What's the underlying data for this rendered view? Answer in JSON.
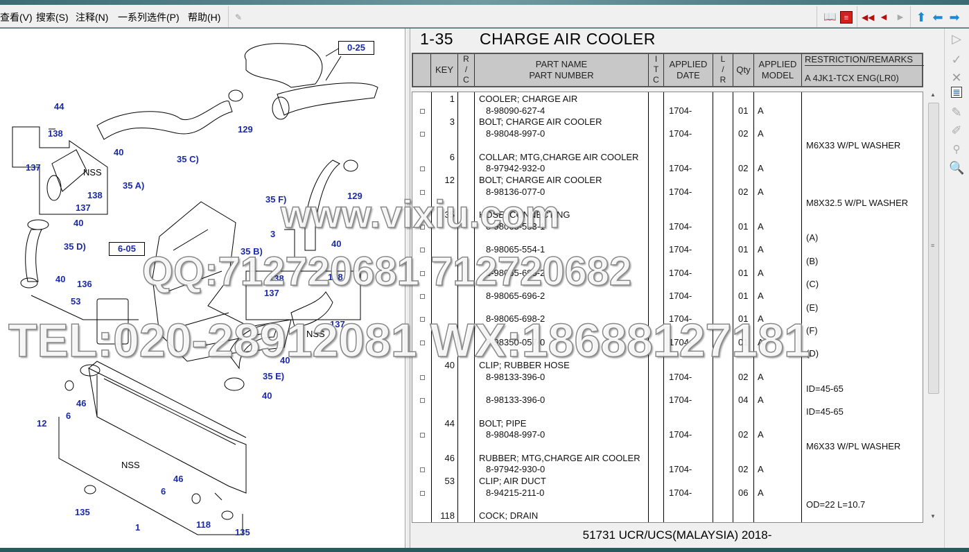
{
  "menu": [
    {
      "label": "查看(V)",
      "key": "V"
    },
    {
      "label": "搜索(S)"
    },
    {
      "label": "注释(N)"
    },
    {
      "label": "一系列选件(P)"
    },
    {
      "label": "帮助(H)"
    }
  ],
  "toolbar_icons": [
    "pin-icon",
    "book-icon",
    "document-list-icon",
    "first-page-icon",
    "previous-page-icon",
    "next-page-icon",
    "up-arrow-icon",
    "back-arrow-icon",
    "forward-arrow-icon"
  ],
  "page": {
    "code": "1-35",
    "title": "CHARGE AIR COOLER"
  },
  "header": {
    "key": "KEY",
    "rc": "R\n/\nC",
    "part_name": "PART NAME",
    "part_number": "PART NUMBER",
    "itc": "I\nT\nC",
    "applied_date": "APPLIED\nDATE",
    "lr": "L\n/\nR",
    "qty": "Qty",
    "applied_model": "APPLIED\nMODEL",
    "restriction": "RESTRICTION/REMARKS",
    "model_code": "A 4JK1-TCX ENG(LR0)"
  },
  "parts": [
    {
      "key": "1",
      "name": "COOLER; CHARGE AIR",
      "number": "8-98090-627-4",
      "date": "1704-",
      "qty": "01",
      "model": "A",
      "remark": ""
    },
    {
      "key": "3",
      "name": "BOLT; CHARGE AIR COOLER",
      "number": "8-98048-997-0",
      "date": "1704-",
      "qty": "02",
      "model": "A",
      "remark": "M6X33 W/PL WASHER"
    },
    {
      "key": "6",
      "name": "COLLAR; MTG,CHARGE AIR COOLER",
      "number": "8-97942-932-0",
      "date": "1704-",
      "qty": "02",
      "model": "A",
      "remark": ""
    },
    {
      "key": "12",
      "name": "BOLT; CHARGE AIR COOLER",
      "number": "8-98136-077-0",
      "date": "1704-",
      "qty": "02",
      "model": "A",
      "remark": "M8X32.5 W/PL WASHER"
    },
    {
      "key": "35",
      "name": "HOSE; CONNECTING",
      "number": "8-98065-553-1",
      "date": "1704-",
      "qty": "01",
      "model": "A",
      "remark": "(A)"
    },
    {
      "key": "",
      "name": "",
      "number": "8-98065-554-1",
      "date": "1704-",
      "qty": "01",
      "model": "A",
      "remark": "(B)"
    },
    {
      "key": "",
      "name": "",
      "number": "8-98065-695-2",
      "date": "1704-",
      "qty": "01",
      "model": "A",
      "remark": "(C)"
    },
    {
      "key": "",
      "name": "",
      "number": "8-98065-696-2",
      "date": "1704-",
      "qty": "01",
      "model": "A",
      "remark": "(E)"
    },
    {
      "key": "",
      "name": "",
      "number": "8-98065-698-2",
      "date": "1704-",
      "qty": "01",
      "model": "A",
      "remark": "(F)"
    },
    {
      "key": "",
      "name": "",
      "number": "8-98350-057-0",
      "date": "1704-",
      "qty": "01",
      "model": "A",
      "remark": "(D)"
    },
    {
      "key": "40",
      "name": "CLIP; RUBBER HOSE",
      "number": "8-98133-396-0",
      "date": "1704-",
      "qty": "02",
      "model": "A",
      "remark": "ID=45-65"
    },
    {
      "key": "",
      "name": "",
      "number": "8-98133-396-0",
      "date": "1704-",
      "qty": "04",
      "model": "A",
      "remark": "ID=45-65"
    },
    {
      "key": "44",
      "name": "BOLT; PIPE",
      "number": "8-98048-997-0",
      "date": "1704-",
      "qty": "02",
      "model": "A",
      "remark": "M6X33 W/PL WASHER"
    },
    {
      "key": "46",
      "name": "RUBBER; MTG,CHARGE AIR COOLER",
      "number": "8-97942-930-0",
      "date": "1704-",
      "qty": "02",
      "model": "A",
      "remark": ""
    },
    {
      "key": "53",
      "name": "CLIP; AIR DUCT",
      "number": "8-94215-211-0",
      "date": "1704-",
      "qty": "06",
      "model": "A",
      "remark": "OD=22 L=10.7"
    },
    {
      "key": "118",
      "name": "COCK; DRAIN",
      "number": "",
      "date": "",
      "qty": "",
      "model": "",
      "remark": ""
    }
  ],
  "footer": "51731 UCR/UCS(MALAYSIA) 2018-",
  "diagram": {
    "refs": [
      "0-25",
      "6-05"
    ],
    "callouts": [
      "44",
      "138",
      "137",
      "138",
      "137",
      "40",
      "35 C)",
      "129",
      "35 A)",
      "129",
      "35 F)",
      "40",
      "35 D)",
      "40",
      "3",
      "40",
      "35 B)",
      "136",
      "53",
      "138",
      "137",
      "138",
      "137",
      "40",
      "35 E)",
      "40",
      "46",
      "12",
      "6",
      "46",
      "6",
      "118",
      "135",
      "135",
      "1"
    ],
    "nss": [
      "NSS",
      "NSS",
      "NSS"
    ]
  },
  "side_tools": [
    "play-icon",
    "check-icon",
    "close-icon",
    "list-icon",
    "pin-icon",
    "unpin-icon",
    "binoculars-icon",
    "magnifier-icon"
  ],
  "watermarks": [
    "www.vixiu.com",
    "QQ:712720681 712720682",
    "TEL:020-28912081 WX:18688127181"
  ]
}
